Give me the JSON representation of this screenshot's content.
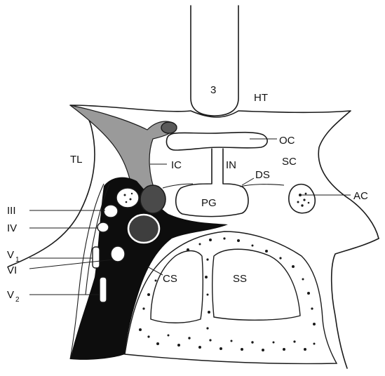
{
  "labels": {
    "third_ventricle": "3",
    "hypothalamus": "HT",
    "optic_chiasm": "OC",
    "temporal_lobe": "TL",
    "internal_carotid": "IC",
    "infundibulum": "IN",
    "suprasellar_cistern": "SC",
    "diaphragma_sellae": "DS",
    "anterior_clinoid": "AC",
    "pituitary_gland": "PG",
    "nerve_iii": "III",
    "nerve_iv": "IV",
    "nerve_v1_main": "V",
    "nerve_v1_sub": "1",
    "nerve_vi": "VI",
    "nerve_v2_main": "V",
    "nerve_v2_sub": "2",
    "cavernous_sinus": "CS",
    "sphenoid_sinus": "SS"
  },
  "colors": {
    "ink": "#1a1a1a",
    "sinus_shade": "#9a9a9a",
    "sinus_black": "#0d0d0d",
    "background": "#ffffff"
  }
}
